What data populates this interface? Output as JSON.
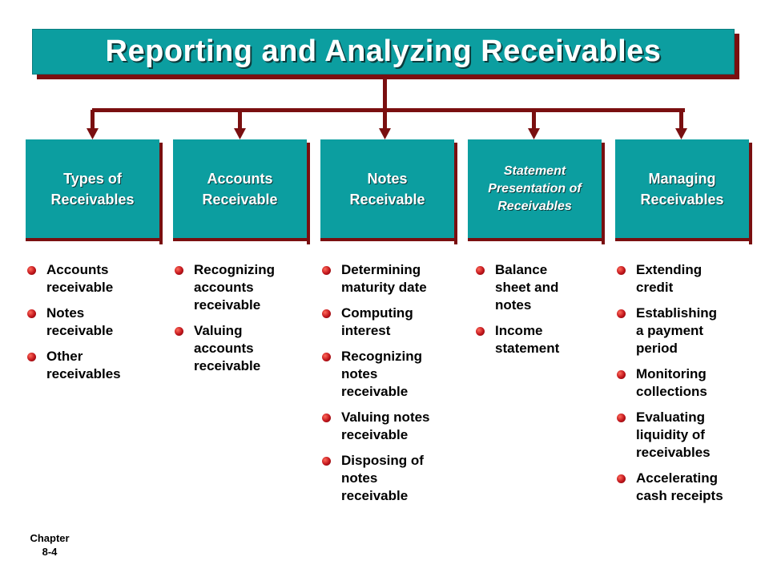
{
  "title": "Reporting and Analyzing Receivables",
  "colors": {
    "teal": "#0c9ea0",
    "maroon": "#7a0f10",
    "bullet": "#c0141b"
  },
  "categories": [
    {
      "label": "Types of\nReceivables",
      "italic": false,
      "items": [
        "Accounts\nreceivable",
        "Notes\nreceivable",
        "Other\nreceivables"
      ]
    },
    {
      "label": "Accounts\nReceivable",
      "italic": false,
      "items": [
        "Recognizing\naccounts\nreceivable",
        "Valuing\naccounts\nreceivable"
      ]
    },
    {
      "label": "Notes\nReceivable",
      "italic": false,
      "items": [
        "Determining\nmaturity date",
        "Computing\ninterest",
        "Recognizing\nnotes\nreceivable",
        "Valuing notes\nreceivable",
        "Disposing of\nnotes\nreceivable"
      ]
    },
    {
      "label": "Statement\nPresentation of\nReceivables",
      "italic": true,
      "items": [
        "Balance\nsheet and\nnotes",
        "Income\nstatement"
      ]
    },
    {
      "label": "Managing\nReceivables",
      "italic": false,
      "items": [
        "Extending\ncredit",
        "Establishing\na payment\nperiod",
        "Monitoring\ncollections",
        "Evaluating\nliquidity of\nreceivables",
        "Accelerating\ncash receipts"
      ]
    }
  ],
  "footer": {
    "chapter_label": "Chapter",
    "page": "8-4"
  }
}
